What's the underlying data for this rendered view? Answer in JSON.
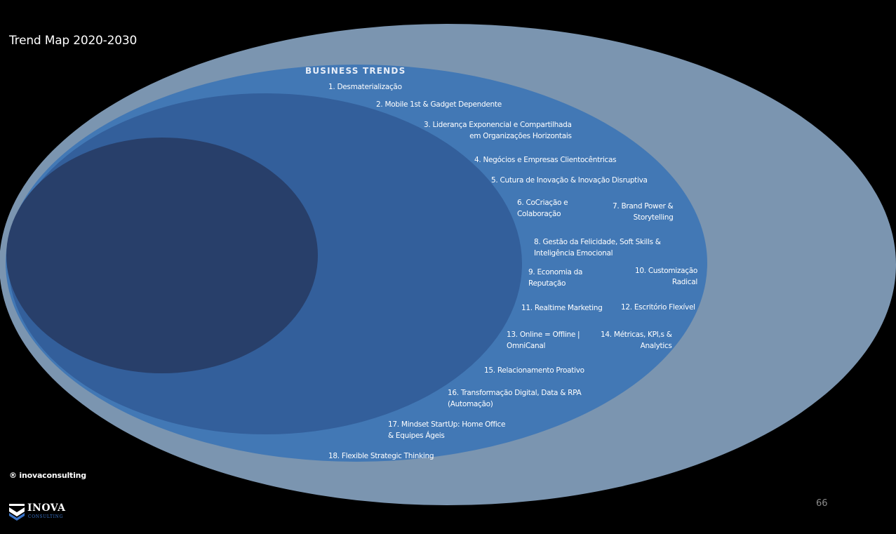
{
  "slide": {
    "title": "Trend Map 2020-2030",
    "section_title": "BUSINESS TRENDS",
    "copyright": "® inovaconsulting",
    "page_number": "66",
    "logo": {
      "name": "INOVA",
      "subtitle": "CONSULTING"
    }
  },
  "colors": {
    "background": "#000000",
    "outer_ellipse": "#7b95b0",
    "ellipse_2": "#4278b5",
    "ellipse_3": "#335f9b",
    "ellipse_4": "#283f6a"
  },
  "trends": [
    {
      "lines": [
        "1. Desmaterialização"
      ]
    },
    {
      "lines": [
        "2. Mobile 1st & Gadget Dependente"
      ]
    },
    {
      "lines": [
        "3. Liderança Exponencial e Compartilhada",
        "em Organizações Horizontais"
      ]
    },
    {
      "lines": [
        "4. Negócios e Empresas Clientocêntricas"
      ]
    },
    {
      "lines": [
        "5. Cutura de Inovação & Inovação Disruptiva"
      ]
    },
    {
      "lines": [
        "6. CoCriação e",
        "Colaboração"
      ]
    },
    {
      "lines": [
        "7. Brand Power &",
        "Storytelling"
      ]
    },
    {
      "lines": [
        "8. Gestão da Felicidade, Soft Skills &",
        "Inteligência Emocional"
      ]
    },
    {
      "lines": [
        "9. Economia da",
        "Reputação"
      ]
    },
    {
      "lines": [
        "10. Customização",
        "Radical"
      ]
    },
    {
      "lines": [
        "11. Realtime Marketing"
      ]
    },
    {
      "lines": [
        "12. Escritório Flexível"
      ]
    },
    {
      "lines": [
        "13. Online = Offline |",
        "OmniCanal"
      ]
    },
    {
      "lines": [
        "14. Métricas, KPI,s &",
        "Analytics"
      ]
    },
    {
      "lines": [
        "15. Relacionamento Proativo"
      ]
    },
    {
      "lines": [
        "16. Transformação Digital, Data & RPA",
        "(Automação)"
      ]
    },
    {
      "lines": [
        "17. Mindset StartUp: Home Office",
        "& Equipes Ágeis"
      ]
    },
    {
      "lines": [
        "18. Flexible Strategic Thinking"
      ]
    }
  ]
}
